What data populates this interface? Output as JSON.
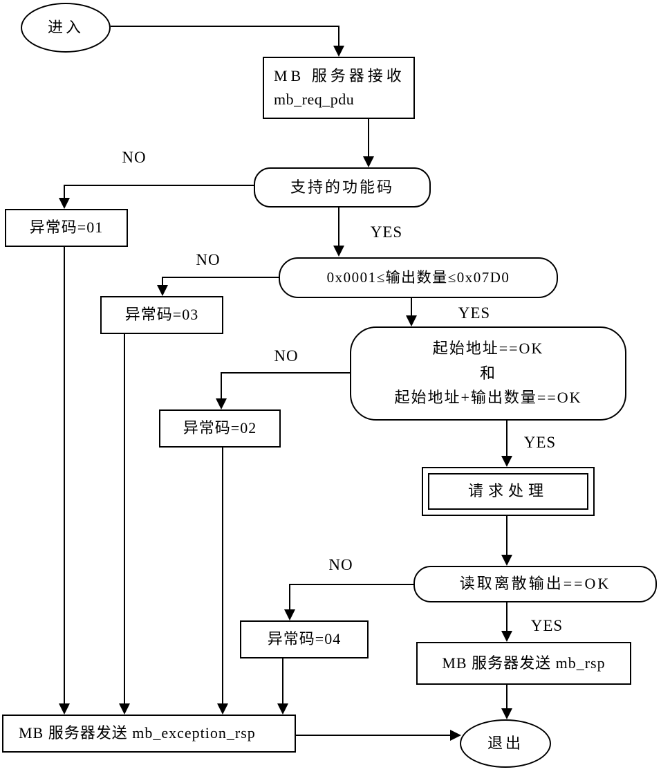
{
  "colors": {
    "line": "#000000",
    "background": "#ffffff",
    "text": "#000000"
  },
  "nodes": {
    "start": {
      "label": "进入"
    },
    "receive": {
      "line1": "MB 服务器接收",
      "line2": "mb_req_pdu"
    },
    "check_function_code": {
      "label": "支持的功能码"
    },
    "exception_01": {
      "label": "异常码=01"
    },
    "check_quantity": {
      "label": "0x0001≤输出数量≤0x07D0"
    },
    "exception_03": {
      "label": "异常码=03"
    },
    "check_address": {
      "line1": "起始地址==OK",
      "line2": "和",
      "line3": "起始地址+输出数量==OK"
    },
    "exception_02": {
      "label": "异常码=02"
    },
    "process_request": {
      "label": "请求处理"
    },
    "check_read_output": {
      "label": "读取离散输出==OK"
    },
    "exception_04": {
      "label": "异常码=04"
    },
    "send_response": {
      "label": "MB 服务器发送 mb_rsp"
    },
    "send_exception_response": {
      "label": "MB 服务器发送 mb_exception_rsp"
    },
    "exit": {
      "label": "退出"
    }
  },
  "edge_labels": {
    "function_code_no": "NO",
    "function_code_yes": "YES",
    "quantity_no": "NO",
    "quantity_yes": "YES",
    "address_no": "NO",
    "address_yes": "YES",
    "read_output_no": "NO",
    "read_output_yes": "YES"
  }
}
